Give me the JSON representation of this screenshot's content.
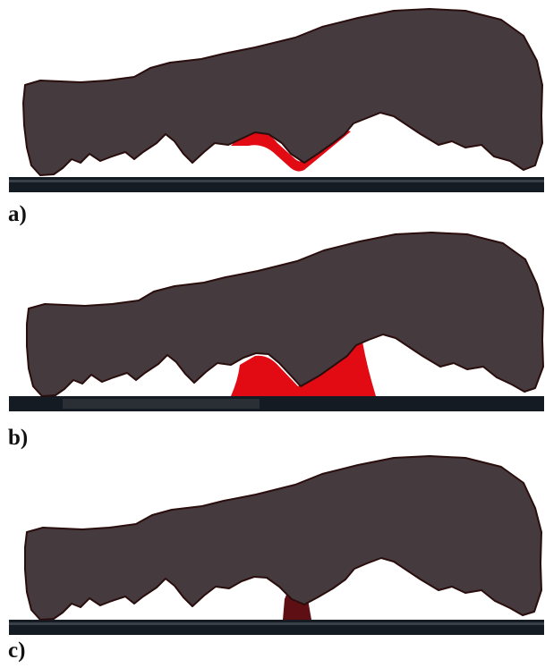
{
  "panels": [
    {
      "label": "a)"
    },
    {
      "label": "b)"
    },
    {
      "label": "c)"
    }
  ],
  "colors": {
    "background": "#ffffff",
    "particle_fill": "#453b3f",
    "particle_outline": "#2a0d0d",
    "substrate": "#141b22",
    "substrate_partial": "#2a2e35",
    "liquid_red": "#e30b13",
    "neck_dark_red": "#5e0f14"
  }
}
